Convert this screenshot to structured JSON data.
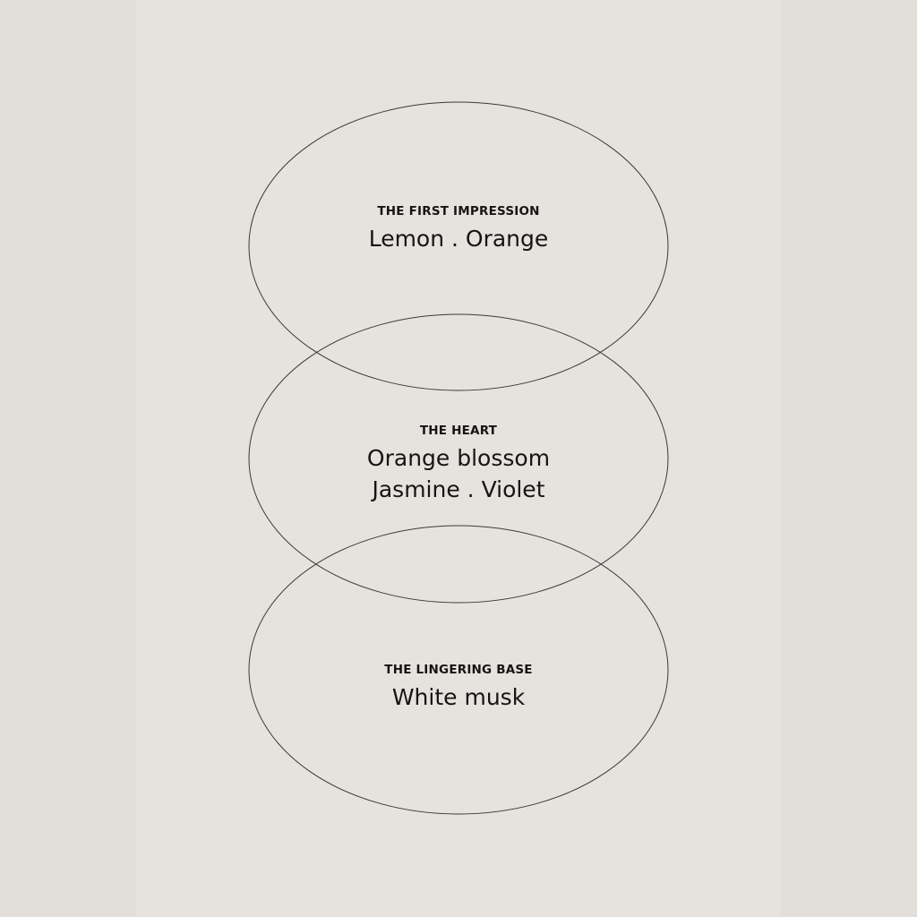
{
  "layers": {
    "top": {
      "label": "THE FIRST IMPRESSION",
      "notes": "Lemon . Orange"
    },
    "heart": {
      "label": "THE HEART",
      "notes": "Orange blossom\nJasmine . Violet"
    },
    "base": {
      "label": "THE LINGERING BASE",
      "notes": "White musk"
    }
  },
  "colors": {
    "background": "#e2dfda",
    "panel": "#e6e3de",
    "line": "#3a3a3a",
    "text": "#151515"
  }
}
